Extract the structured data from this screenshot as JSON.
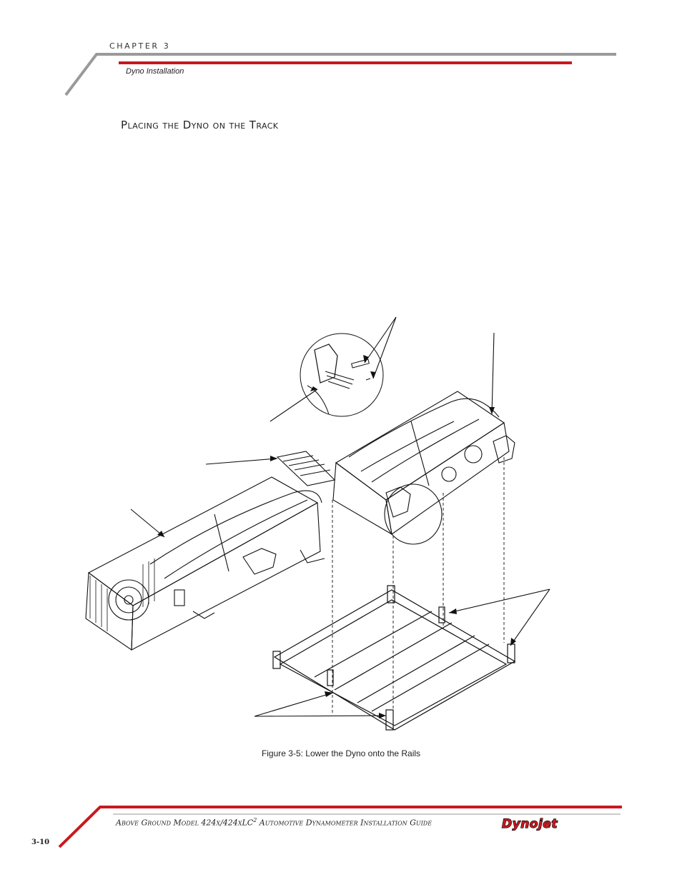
{
  "header": {
    "chapter": "CHAPTER 3",
    "section": "Dyno Installation",
    "rule_red": "#c8191f",
    "rule_gray": "#8c8c8c"
  },
  "main": {
    "heading": "Placing the Dyno on the Track",
    "figure_caption": "Figure 3-5: Lower the Dyno onto the Rails"
  },
  "footer": {
    "title_part1": "Above Ground Model 424x/424xLC",
    "title_sup": "2",
    "title_part2": " Automotive Dynamometer Installation Guide",
    "page_number": "3-10",
    "logo_text": "Dynojet"
  }
}
